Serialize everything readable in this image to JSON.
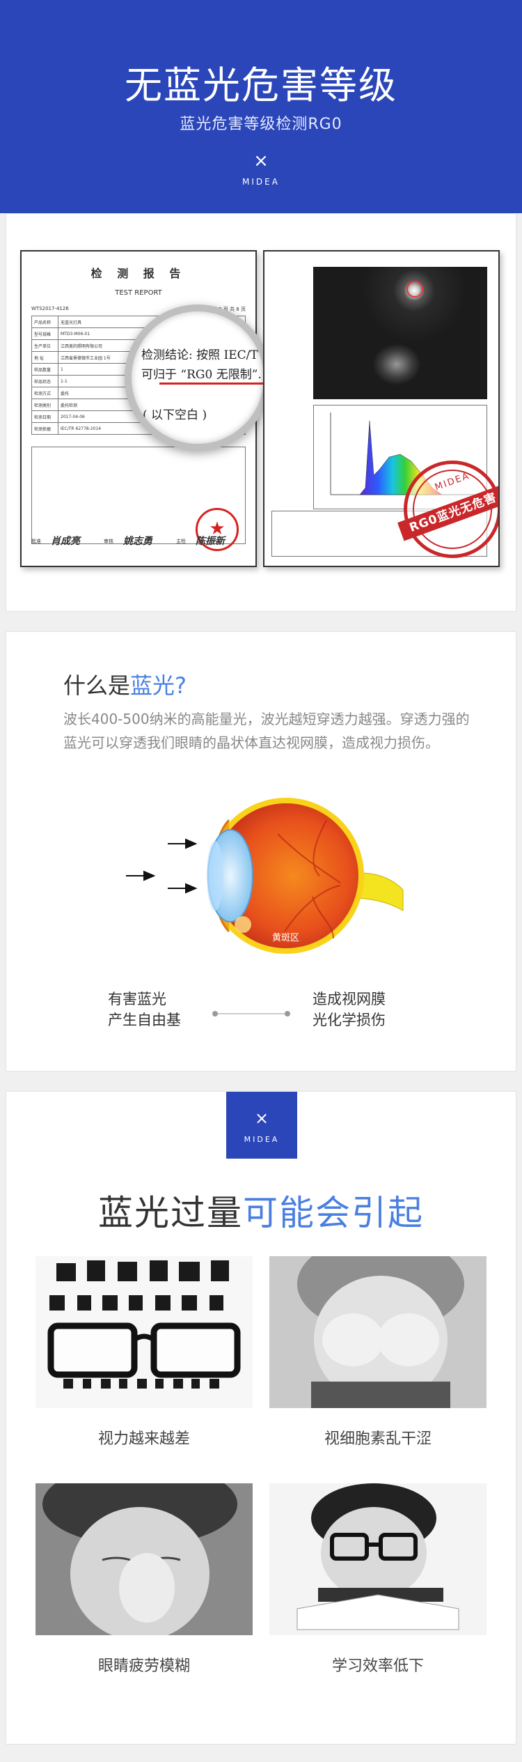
{
  "hero": {
    "title": "无蓝光危害等级",
    "subtitle": "蓝光危害等级检测RG0",
    "x_mark": "×",
    "brand": "MIDEA"
  },
  "report": {
    "doc_title": "检 测 报 告",
    "doc_subtitle": "TEST REPORT",
    "report_no": "WTS2017-4126",
    "page": "第 2 页 共 8 页",
    "rows": [
      {
        "label": "产品名称",
        "value": "无蓝光灯具"
      },
      {
        "label": "型号规格",
        "value": "MTD3-M06-01"
      },
      {
        "label": "生产单位",
        "value": "江西美的照明有限公司"
      },
      {
        "label": "地    址",
        "value": "江西省景德镇市工业园 1号"
      },
      {
        "label": "样品数量",
        "value": "1"
      },
      {
        "label": "样品状态",
        "value": "1-1"
      },
      {
        "label": "检测方式",
        "value": "委托"
      },
      {
        "label": "检测类别",
        "value": "委托检测"
      },
      {
        "label": "检测日期",
        "value": "2017-04-06"
      },
      {
        "label": "检测依据",
        "value": "IEC/TR 62778-2014"
      }
    ],
    "magnifier": {
      "line1": "检测结论: 按照 IEC/T",
      "line2": "可归于 “RG0 无限制”.",
      "line3": "( 以下空白 )"
    },
    "signatures": [
      "肖成亮",
      "姚志勇",
      "陈振新"
    ],
    "sign_labels": [
      "批准",
      "审核",
      "主检"
    ],
    "stamp_text": "RG0蓝光无危害",
    "stamp_brand": "MIDEA"
  },
  "blue_light": {
    "title_plain": "什么是",
    "title_highlight": "蓝光?",
    "description": "波长400-500纳米的高能量光，波光越短穿透力越强。穿透力强的蓝光可以穿透我们眼睛的晶状体直达视网膜，造成视力损伤。",
    "macula_label": "黄斑区",
    "caption_left_1": "有害蓝光",
    "caption_left_2": "产生自由基",
    "caption_right_1": "造成视网膜",
    "caption_right_2": "光化学损伤"
  },
  "effects": {
    "badge_x": "×",
    "badge_brand": "MIDEA",
    "title_plain": "蓝光过量",
    "title_highlight": "可能会引起",
    "items": [
      {
        "caption": "视力越来越差",
        "icon": "glasses-eye-chart-photo"
      },
      {
        "caption": "视细胞素乱干涩",
        "icon": "child-rubbing-eyes-photo"
      },
      {
        "caption": "眼睛疲劳模糊",
        "icon": "tired-girl-photo"
      },
      {
        "caption": "学习效率低下",
        "icon": "boy-reading-photo"
      }
    ]
  },
  "colors": {
    "brand_blue": "#2b46b8",
    "highlight_blue": "#4a7fe0",
    "stamp_red": "#c9272a"
  }
}
